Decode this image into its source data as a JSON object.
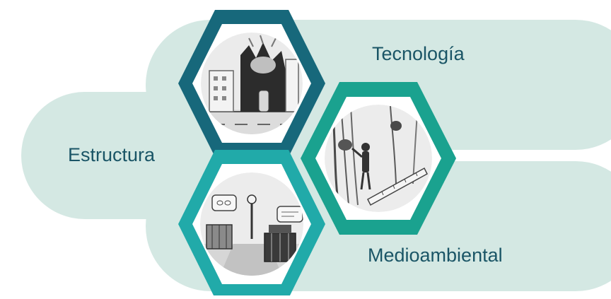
{
  "colors": {
    "background_pill": "#d4e8e3",
    "hex_tecnologia": "#17687b",
    "hex_medioambiental": "#1aa28f",
    "hex_estructura": "#21aaa9",
    "label_text": "#1a5566"
  },
  "labels": {
    "tecnologia": "Tecnología",
    "estructura": "Estructura",
    "medioambiental": "Medioambiental"
  },
  "images": {
    "tecnologia": "sketch-city-buildings",
    "medioambiental": "sketch-person-measuring-trees",
    "estructura": "sketch-street-speech-bubbles"
  }
}
